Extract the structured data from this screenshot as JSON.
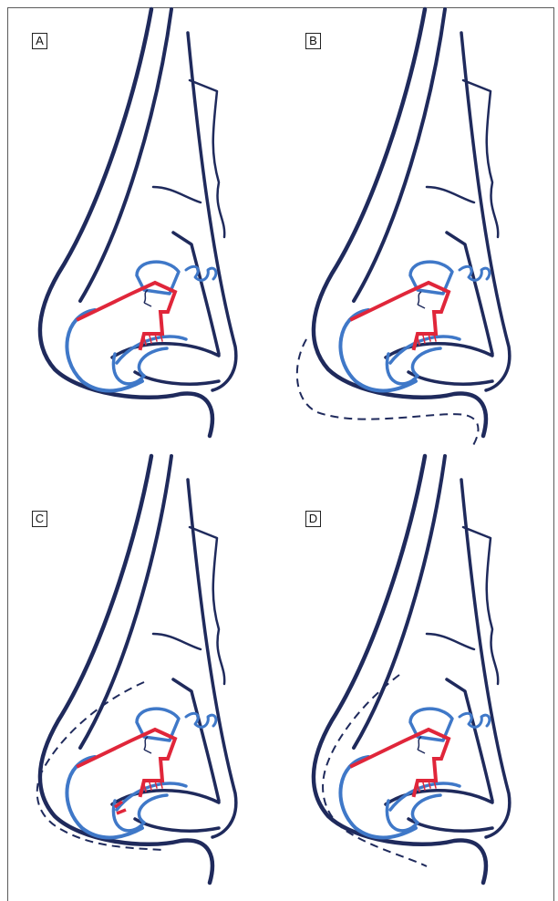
{
  "panels": [
    {
      "label": "A",
      "projection": "none"
    },
    {
      "label": "B",
      "projection": "dashed-tip-projection"
    },
    {
      "label": "C",
      "projection": "dashed-dorsum-tip-projection"
    },
    {
      "label": "D",
      "projection": "dashed-columella-projection"
    }
  ],
  "colors": {
    "outline": "#1f2a5c",
    "cartilage": "#3f78c8",
    "incision": "#e0263a",
    "frame": "#5a5a5a"
  }
}
